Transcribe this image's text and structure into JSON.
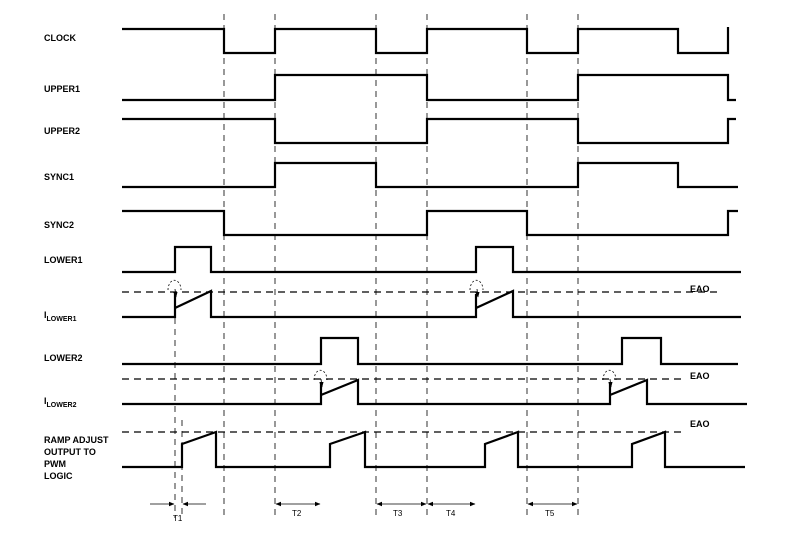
{
  "signals": [
    {
      "id": "clock",
      "label": "CLOCK"
    },
    {
      "id": "upper1",
      "label": "UPPER1"
    },
    {
      "id": "upper2",
      "label": "UPPER2"
    },
    {
      "id": "sync1",
      "label": "SYNC1"
    },
    {
      "id": "sync2",
      "label": "SYNC2"
    },
    {
      "id": "lower1",
      "label": "LOWER1"
    },
    {
      "id": "ilower1",
      "label_main": "I",
      "label_sub": "LOWER1"
    },
    {
      "id": "lower2",
      "label": "LOWER2"
    },
    {
      "id": "ilower2",
      "label_main": "I",
      "label_sub": "LOWER2"
    },
    {
      "id": "ramp",
      "label_lines": [
        "RAMP ADJUST",
        "OUTPUT TO",
        "PWM",
        "LOGIC"
      ]
    }
  ],
  "reference_labels": [
    "EAO",
    "EAO",
    "EAO"
  ],
  "periods": [
    "T1",
    "T2",
    "T3",
    "T4",
    "T5"
  ]
}
